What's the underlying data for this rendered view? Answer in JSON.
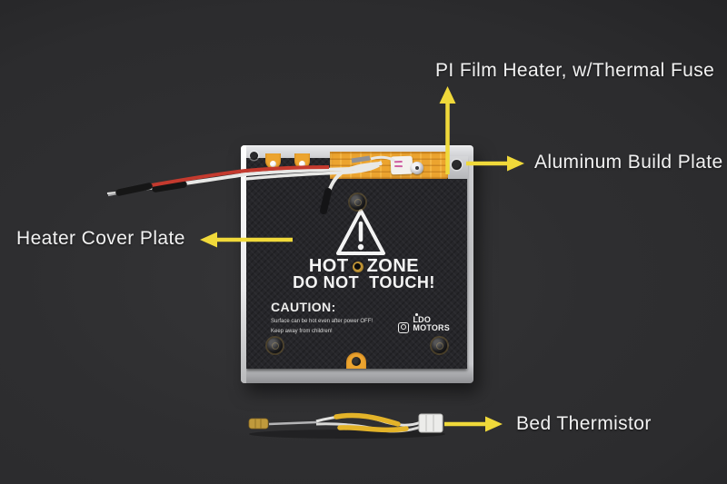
{
  "colors": {
    "background": "#2c2c2e",
    "accent": "#f0d93a",
    "label_text": "#f2f2f2",
    "kapton": "#eca42f",
    "thermistor_tape": "#e3b329",
    "plate_silver": "#c4c5c8",
    "cover_black": "#26262a",
    "wire_red": "#c43a2e",
    "wire_white": "#e8e8e6",
    "warning_white": "#f4f4f4"
  },
  "annotations": {
    "pi_film_heater": "PI Film Heater, w/Thermal Fuse",
    "aluminum_build_plate": "Aluminum Build Plate",
    "heater_cover_plate": "Heater Cover Plate",
    "bed_thermistor": "Bed Thermistor"
  },
  "plate": {
    "hot": "HOT",
    "zone": "ZONE",
    "do_not_touch": "DO NOT  TOUCH!",
    "caution_title": "CAUTION:",
    "caution_line1": "Surface can be hot even after power OFF!",
    "caution_line2": "Keep away from children!",
    "brand": "LDO MOTORS"
  }
}
